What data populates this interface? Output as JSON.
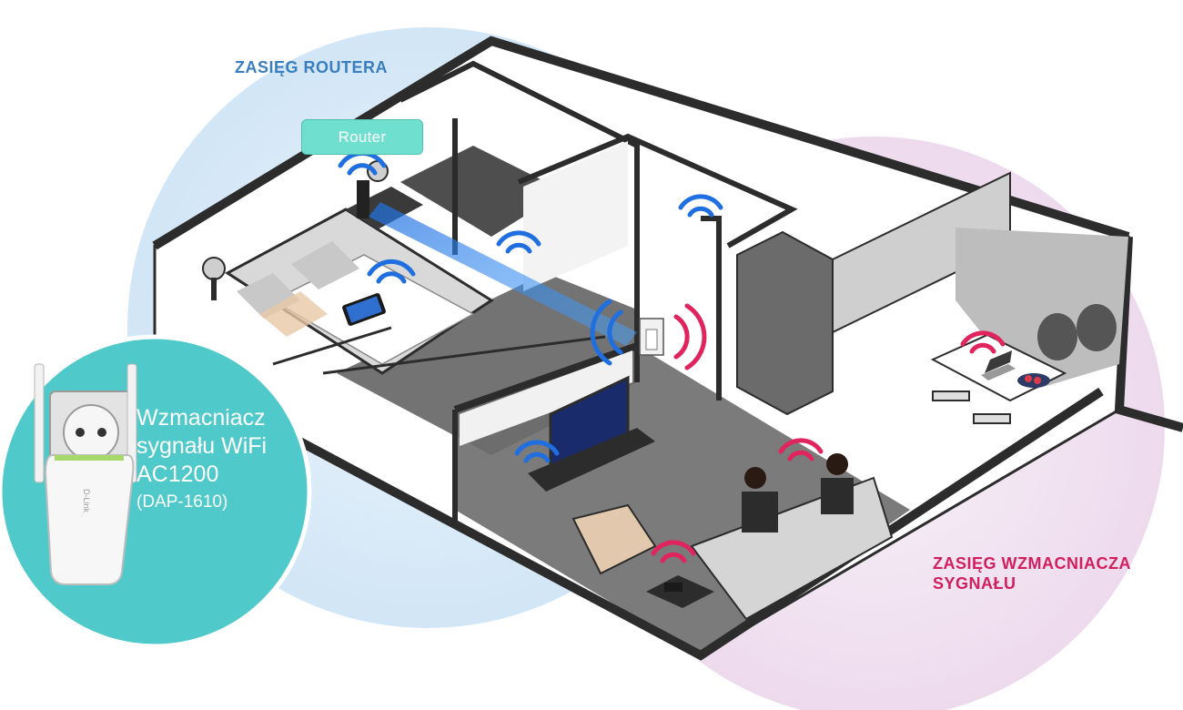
{
  "coverage": {
    "router_label": "ZASIĘG ROUTERA",
    "extender_label_line1": "ZASIĘG WZMACNIACZA",
    "extender_label_line2": "SYGNAŁU"
  },
  "router_chip": {
    "label": "Router"
  },
  "extender_inset": {
    "title_line1": "Wzmacniacz",
    "title_line2": "sygnału WiFi",
    "title_line3": "AC1200",
    "model": "(DAP-1610)",
    "brand_on_device": "D-Link"
  },
  "colors": {
    "router_coverage": "#3b7ebf",
    "extender_coverage": "#d11f5e",
    "router_chip": "#6fe0cf",
    "inset_circle": "#4fc9c9",
    "wifi_blue": "#1f6fe0",
    "wifi_pink": "#e0245e"
  }
}
